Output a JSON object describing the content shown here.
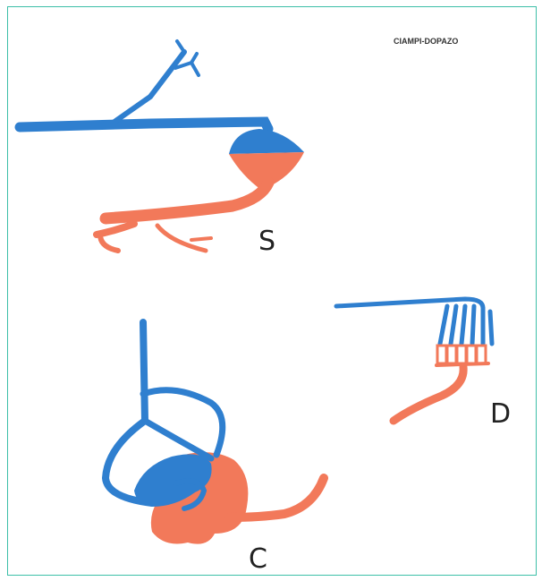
{
  "author": "CIAMPI-DOPAZO",
  "figures": [
    {
      "key": "S",
      "label": "S"
    },
    {
      "key": "D",
      "label": "D"
    },
    {
      "key": "C",
      "label": "C"
    }
  ],
  "colors": {
    "blue": "#2f7fcf",
    "orange": "#f2795a",
    "frame": "#3dbfa8"
  }
}
